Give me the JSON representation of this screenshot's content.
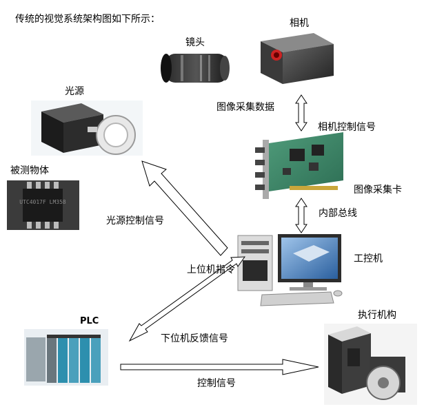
{
  "heading": "传统的视觉系统架构图如下所示：",
  "components": {
    "lens": "镜头",
    "camera": "相机",
    "light_source": "光源",
    "object": "被测物体",
    "capture_card": "图像采集卡",
    "ipc": "工控机",
    "plc": "PLC",
    "actuator": "执行机构"
  },
  "connections": {
    "image_data": "图像采集数据",
    "camera_control": "相机控制信号",
    "internal_bus": "内部总线",
    "light_control": "光源控制信号",
    "upper_command": "上位机指令",
    "lower_feedback": "下位机反馈信号",
    "control_signal": "控制信号"
  },
  "chip_marking": "UTC4017F LM358"
}
